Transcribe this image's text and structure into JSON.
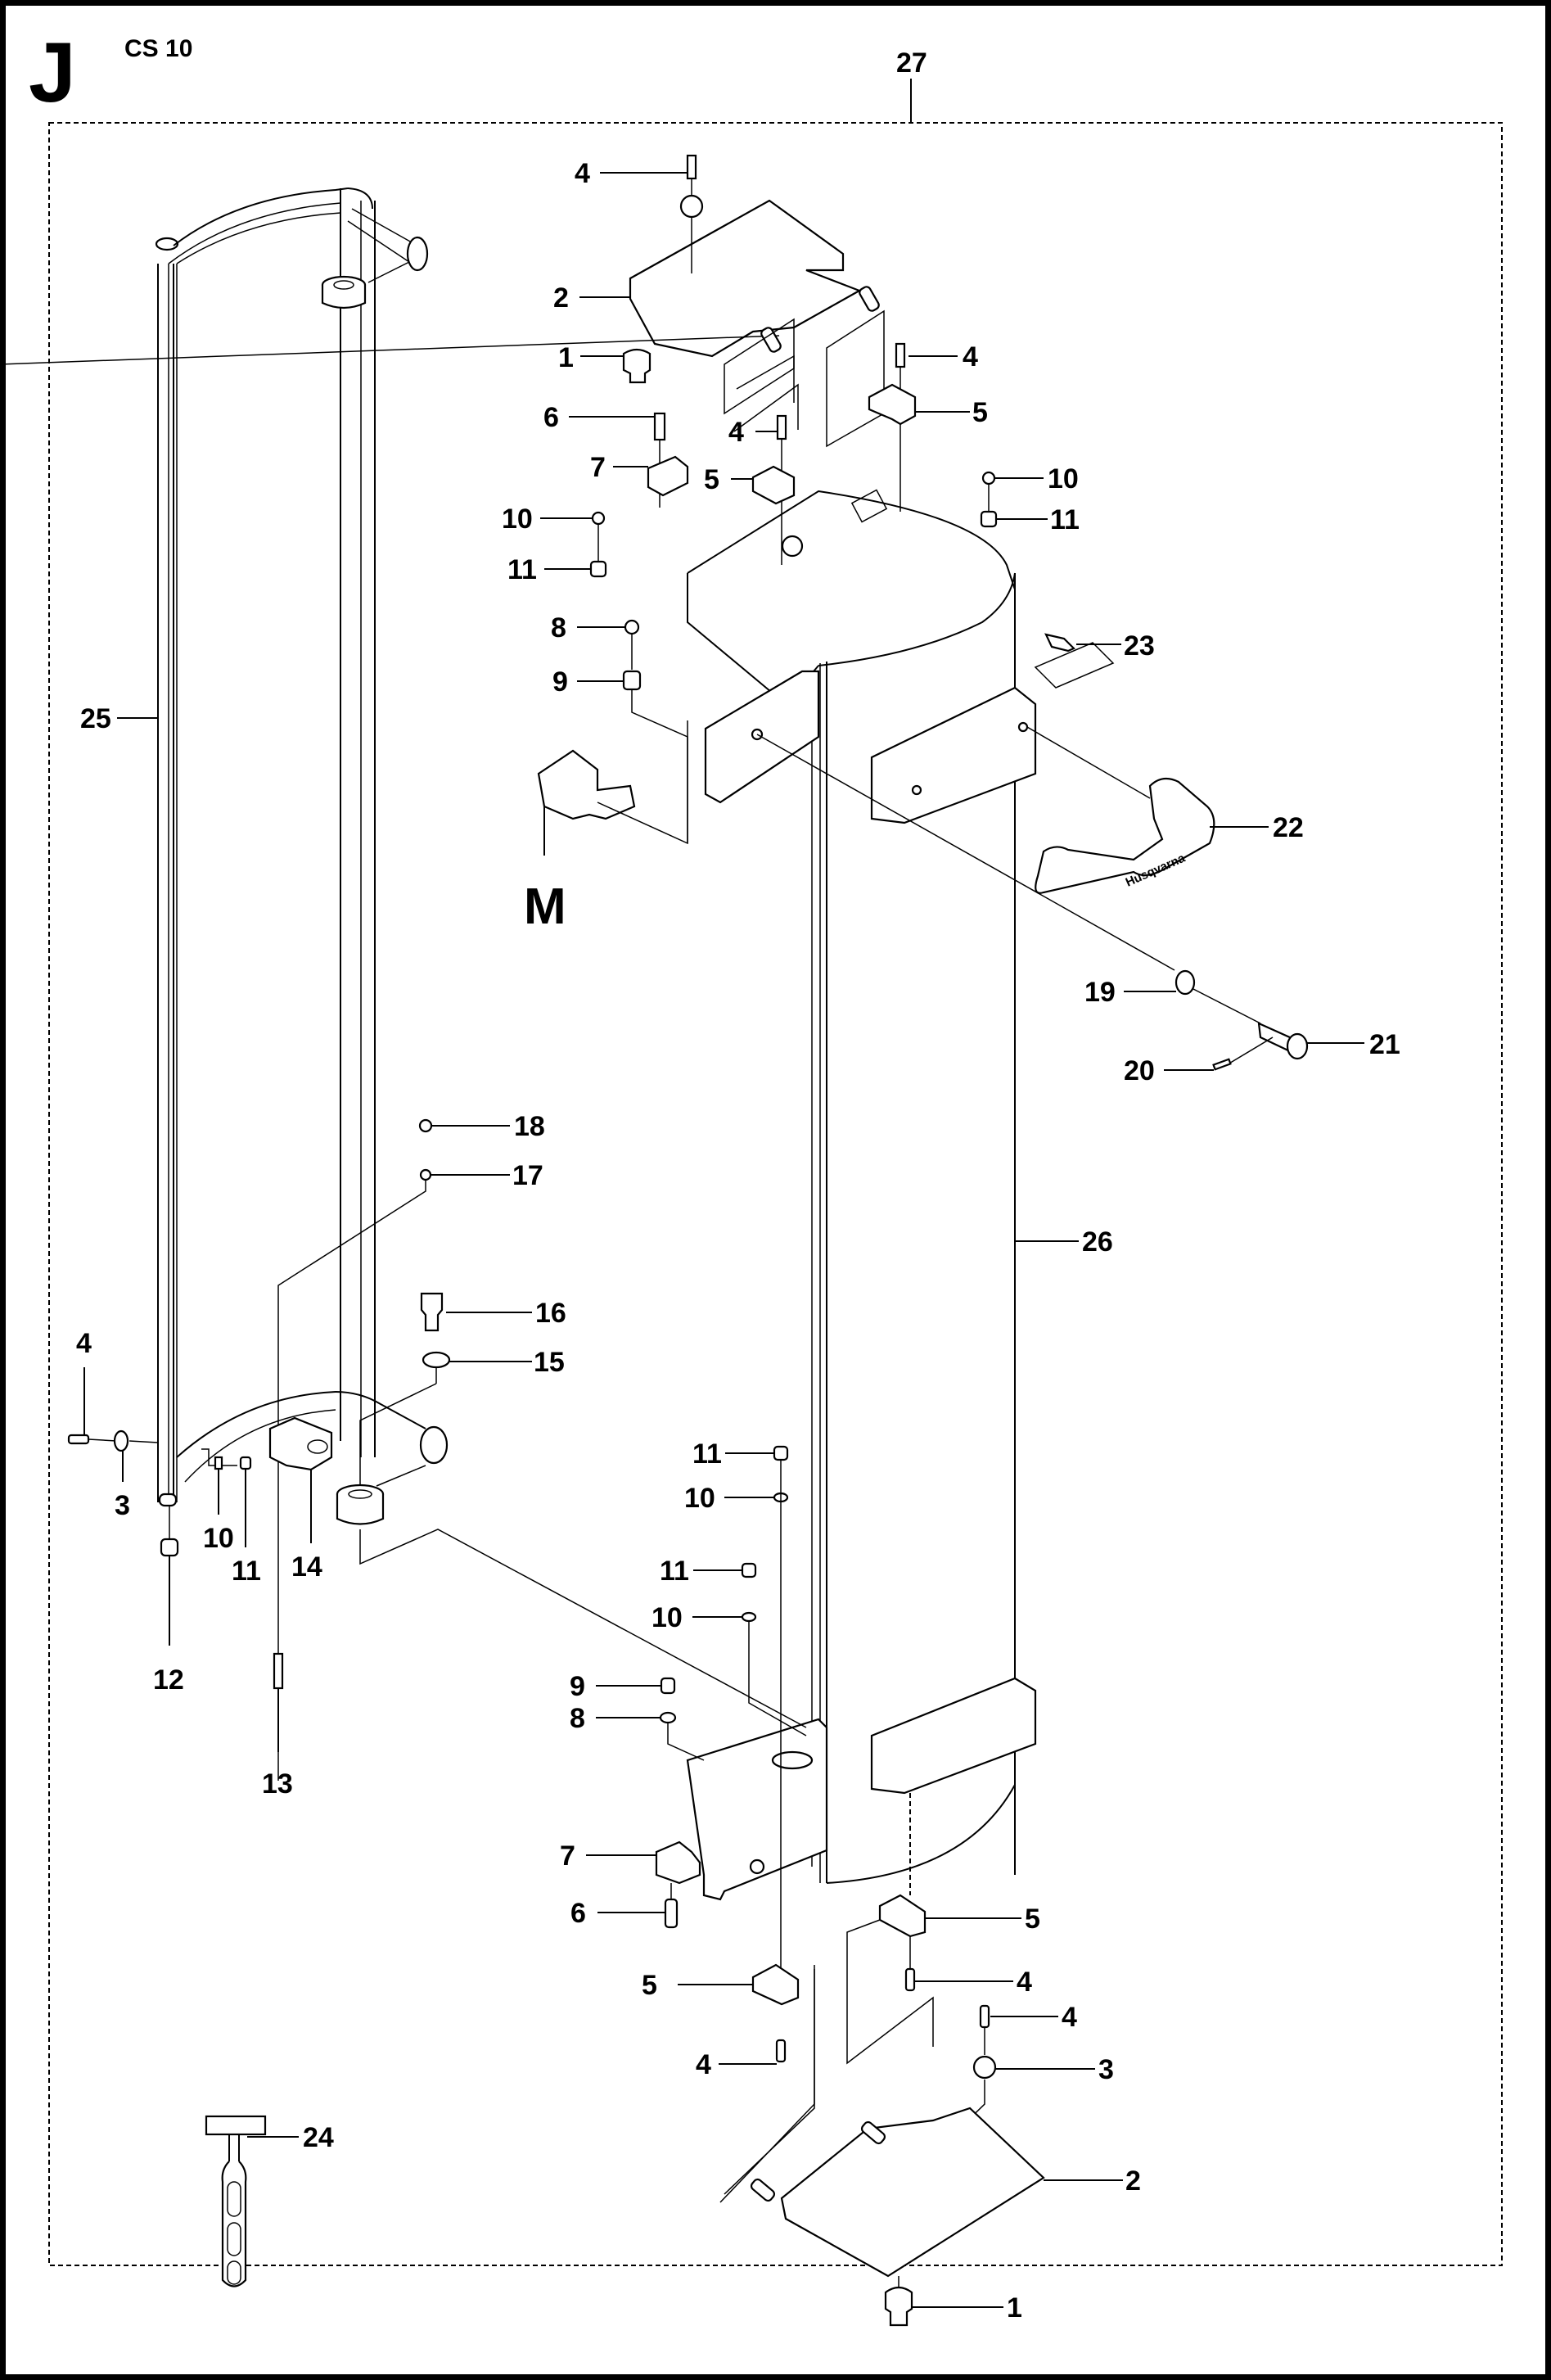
{
  "header": {
    "section_letter": "J",
    "model": "CS 10"
  },
  "assembly_label": "27",
  "subassembly_label": "M",
  "callouts": [
    {
      "id": "c-4a",
      "label": "4"
    },
    {
      "id": "c-2a",
      "label": "2"
    },
    {
      "id": "c-1a",
      "label": "1"
    },
    {
      "id": "c-4b",
      "label": "4"
    },
    {
      "id": "c-5a",
      "label": "5"
    },
    {
      "id": "c-6a",
      "label": "6"
    },
    {
      "id": "c-4c",
      "label": "4"
    },
    {
      "id": "c-7a",
      "label": "7"
    },
    {
      "id": "c-5b",
      "label": "5"
    },
    {
      "id": "c-10a",
      "label": "10"
    },
    {
      "id": "c-11a",
      "label": "11"
    },
    {
      "id": "c-10b",
      "label": "10"
    },
    {
      "id": "c-11b",
      "label": "11"
    },
    {
      "id": "c-8a",
      "label": "8"
    },
    {
      "id": "c-9a",
      "label": "9"
    },
    {
      "id": "c-23",
      "label": "23"
    },
    {
      "id": "c-25",
      "label": "25"
    },
    {
      "id": "c-22",
      "label": "22"
    },
    {
      "id": "c-19",
      "label": "19"
    },
    {
      "id": "c-21",
      "label": "21"
    },
    {
      "id": "c-20",
      "label": "20"
    },
    {
      "id": "c-18",
      "label": "18"
    },
    {
      "id": "c-17",
      "label": "17"
    },
    {
      "id": "c-26",
      "label": "26"
    },
    {
      "id": "c-16",
      "label": "16"
    },
    {
      "id": "c-15",
      "label": "15"
    },
    {
      "id": "c-4d",
      "label": "4"
    },
    {
      "id": "c-3a",
      "label": "3"
    },
    {
      "id": "c-11c",
      "label": "11"
    },
    {
      "id": "c-10c",
      "label": "10"
    },
    {
      "id": "c-10d",
      "label": "10"
    },
    {
      "id": "c-14",
      "label": "14"
    },
    {
      "id": "c-11d",
      "label": "11"
    },
    {
      "id": "c-11e",
      "label": "11"
    },
    {
      "id": "c-10e",
      "label": "10"
    },
    {
      "id": "c-12",
      "label": "12"
    },
    {
      "id": "c-9b",
      "label": "9"
    },
    {
      "id": "c-8b",
      "label": "8"
    },
    {
      "id": "c-13",
      "label": "13"
    },
    {
      "id": "c-7b",
      "label": "7"
    },
    {
      "id": "c-6b",
      "label": "6"
    },
    {
      "id": "c-5c",
      "label": "5"
    },
    {
      "id": "c-5d",
      "label": "5"
    },
    {
      "id": "c-4e",
      "label": "4"
    },
    {
      "id": "c-4f",
      "label": "4"
    },
    {
      "id": "c-4g",
      "label": "4"
    },
    {
      "id": "c-3b",
      "label": "3"
    },
    {
      "id": "c-24",
      "label": "24"
    },
    {
      "id": "c-2b",
      "label": "2"
    },
    {
      "id": "c-1b",
      "label": "1"
    }
  ],
  "handle_logo_text": "Husqvarna"
}
